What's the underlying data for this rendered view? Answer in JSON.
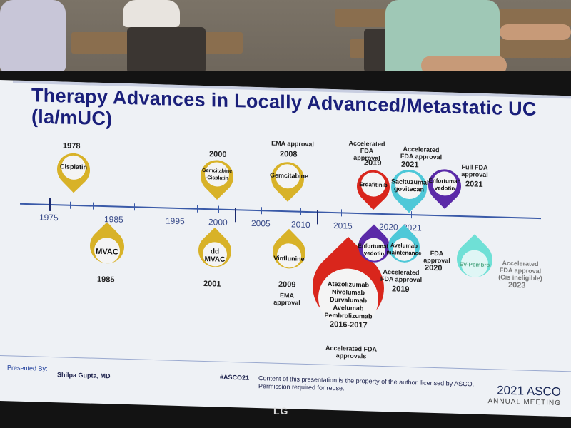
{
  "title": "Therapy Advances in Locally Advanced/Metastatic UC (la/mUC)",
  "years": [
    "1975",
    "1985",
    "1995",
    "2000",
    "2005",
    "2010",
    "2015",
    "2020",
    "2021"
  ],
  "events": {
    "cisplatin": {
      "year": "1978",
      "label": "Cisplatin"
    },
    "mvac": {
      "year": "1985",
      "label": "MVAC"
    },
    "gem_cis": {
      "year": "2000",
      "label": "Gemcitabine -Cisplatin"
    },
    "ddmvac": {
      "year": "2001",
      "label": "dd MVAC"
    },
    "gemcitabine": {
      "year": "2008",
      "label": "Gemcitabine",
      "note": "EMA approval"
    },
    "vinflunine": {
      "year": "2009",
      "label": "Vinflunine",
      "note": "EMA approval"
    },
    "checkpoint": {
      "year": "2016-2017",
      "label": "Atezolizumab Nivolumab Durvalumab Avelumab Pembrolizumab",
      "note": "Accelerated FDA approvals"
    },
    "erdafitinib": {
      "year": "2019",
      "label": "Erdafitinib",
      "note": "Accelerated FDA approval"
    },
    "ev_2019": {
      "year": "2019",
      "label": "Enfortumab vedotin",
      "note": "Accelerated FDA approval"
    },
    "sacituzumab": {
      "year": "2021",
      "label": "Sacituzumab govitecan",
      "note": "Accelerated FDA approval"
    },
    "avelumab_maint": {
      "year": "2020",
      "label": "Avelumab maintenance",
      "note": "FDA approval"
    },
    "ev_full": {
      "year": "2021",
      "label": "Enfortumab vedotin",
      "note": "Full FDA approval"
    },
    "ev_pembro": {
      "year": "2023",
      "label": "EV-Pembro",
      "note": "Accelerated FDA approval (Cis ineligible)"
    }
  },
  "footer": {
    "presented_by": "Presented By:",
    "presenter": "Shilpa Gupta, MD",
    "hashtag": "#ASCO21",
    "disclaimer": "Content of this presentation is the property of the author, licensed by ASCO. Permission required for reuse.",
    "logo_main": "2021 ASCO",
    "logo_sub": "ANNUAL MEETING"
  },
  "monitor_brand": "LG",
  "colors": {
    "gold": "#d8b228",
    "red": "#d9261c",
    "purple": "#5b2aa8",
    "teal": "#4ec8d8",
    "title": "#1a1f7a"
  }
}
